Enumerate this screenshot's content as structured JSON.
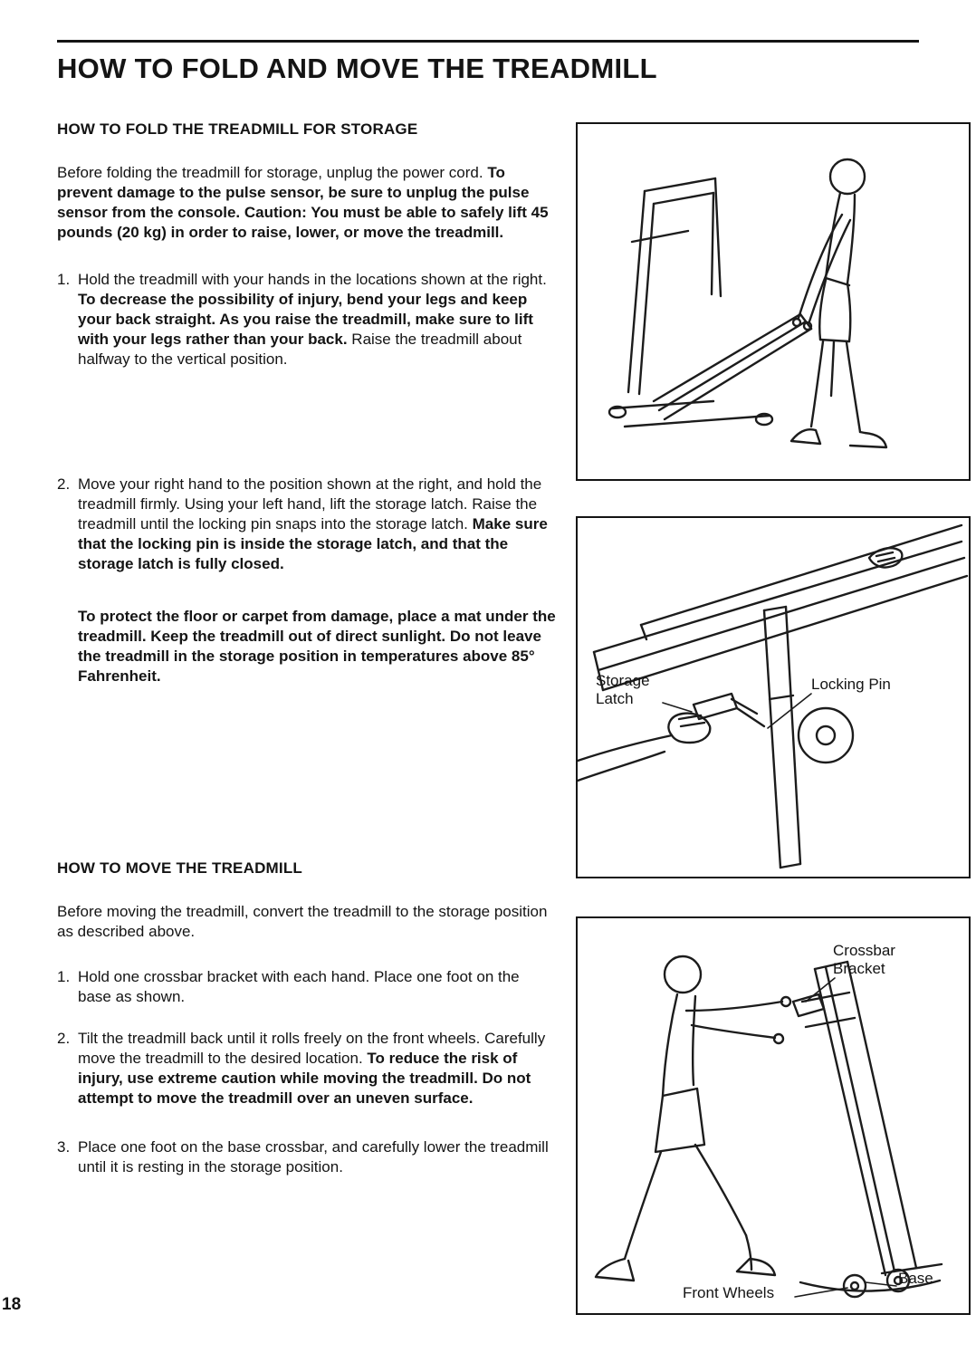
{
  "page": {
    "number": "18",
    "title": "HOW TO FOLD AND MOVE THE TREADMILL",
    "ink_color": "#141414",
    "paper_color": "#ffffff"
  },
  "fold_section": {
    "heading": "HOW TO FOLD THE TREADMILL FOR STORAGE",
    "intro_normal": "Before folding the treadmill for storage, unplug the power cord. ",
    "intro_bold": "To prevent damage to the pulse sensor, be sure to unplug the pulse sensor from the console. Caution: You must be able to safely lift 45 pounds (20 kg) in order to raise, lower, or move the treadmill.",
    "step1_num": "1.",
    "step1_normal_a": "Hold the treadmill with your hands in the locations shown at the right. ",
    "step1_bold": "To decrease the possibility of injury, bend your legs and keep your back straight. As you raise the treadmill, make sure to lift with your legs rather than your back. ",
    "step1_normal_b": "Raise the treadmill about halfway to the vertical position.",
    "step2_num": "2.",
    "step2_normal": "Move your right hand to the position shown at the right, and hold the treadmill firmly. Using your left hand, lift the storage latch. Raise the treadmill until the locking pin snaps into the storage latch. ",
    "step2_bold": "Make sure that the locking pin is inside the storage latch, and that the storage latch is fully closed.",
    "note_bold": "To protect the floor or carpet from damage, place a mat under the treadmill. Keep the treadmill out of direct sunlight. Do not leave the treadmill in the storage position in temperatures above 85° Fahrenheit."
  },
  "move_section": {
    "heading": "HOW TO MOVE THE TREADMILL",
    "intro": "Before moving the treadmill, convert the treadmill to the storage position as described above.",
    "step1_num": "1.",
    "step1": "Hold one crossbar bracket with each hand. Place one foot on the base as shown.",
    "step2_num": "2.",
    "step2_normal": "Tilt the treadmill back until it rolls freely on the front wheels. Carefully move the treadmill to the desired location. ",
    "step2_bold": "To reduce the risk of injury, use extreme caution while moving the treadmill. Do not attempt to move the treadmill over an uneven surface.",
    "step3_num": "3.",
    "step3": "Place one foot on the base crossbar, and carefully lower the treadmill until it is resting in the storage position."
  },
  "figure_latch": {
    "label_storage_latch": "Storage Latch",
    "label_locking_pin": "Locking Pin"
  },
  "figure_move": {
    "label_crossbar_bracket": "Crossbar Bracket",
    "label_front_wheels": "Front Wheels",
    "label_base": "Base"
  }
}
